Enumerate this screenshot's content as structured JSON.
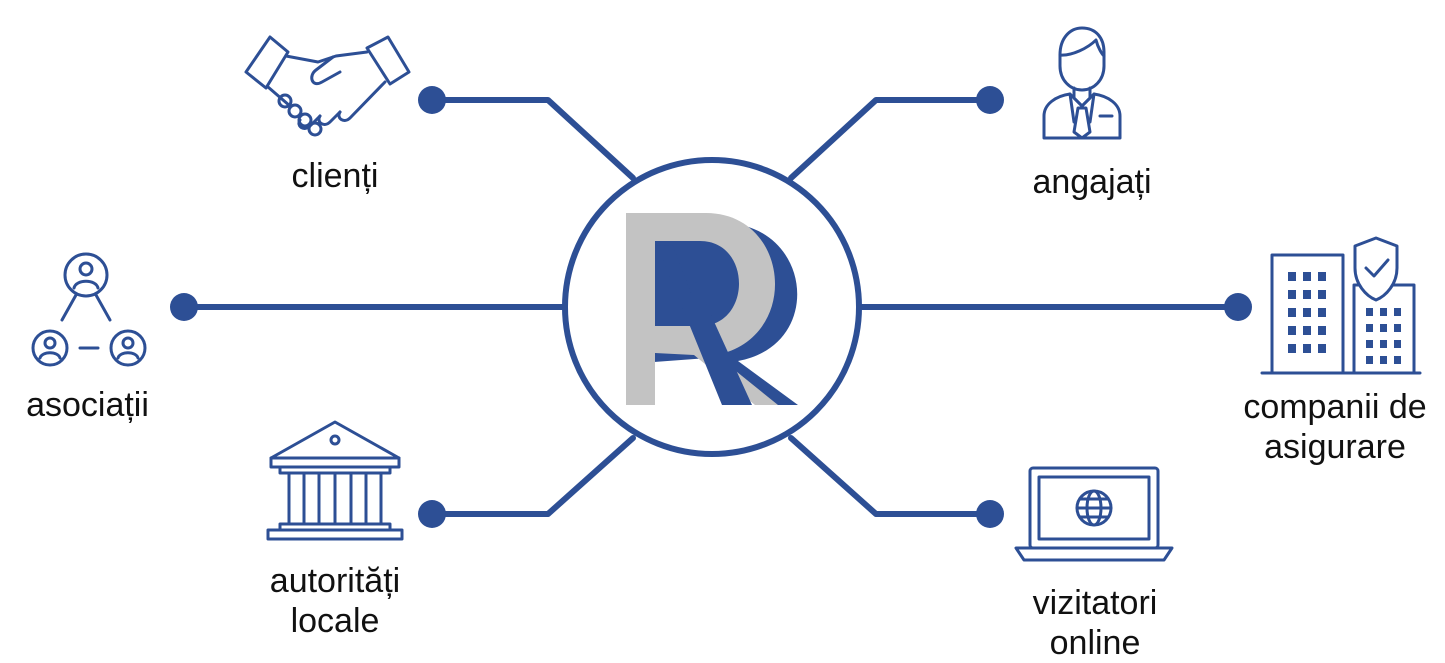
{
  "colors": {
    "primary": "#2d4f95",
    "logo_gray": "#c3c3c3",
    "text": "#111111"
  },
  "center": {
    "logo_icon": "ar-monogram-logo"
  },
  "nodes": [
    {
      "id": "clienti",
      "icon": "handshake-icon",
      "label": [
        "clienți"
      ]
    },
    {
      "id": "angajati",
      "icon": "employee-icon",
      "label": [
        "angajați"
      ]
    },
    {
      "id": "asociatii",
      "icon": "network-people-icon",
      "label": [
        "asociații"
      ]
    },
    {
      "id": "companii",
      "icon": "insurance-building-icon",
      "label": [
        "companii de",
        "asigurare"
      ]
    },
    {
      "id": "autoritati",
      "icon": "government-building-icon",
      "label": [
        "autorități",
        "locale"
      ]
    },
    {
      "id": "vizitatori",
      "icon": "laptop-globe-icon",
      "label": [
        "vizitatori",
        "online"
      ]
    }
  ]
}
